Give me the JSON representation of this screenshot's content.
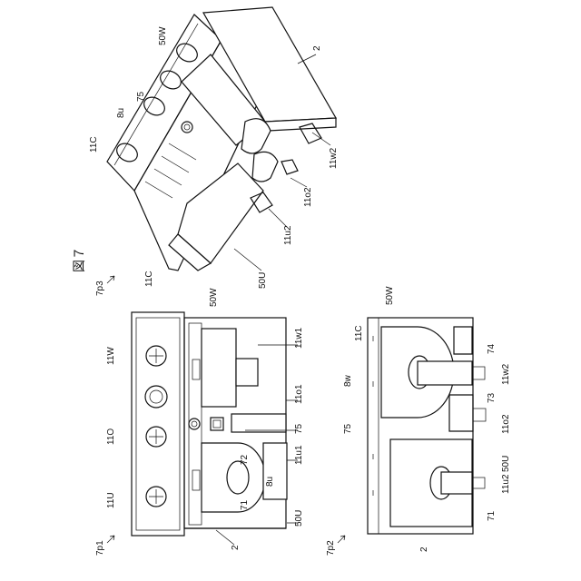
{
  "figure": {
    "number_label": "図７",
    "views": {
      "p1": "7p1",
      "p2": "7p2",
      "p3": "7p3"
    }
  },
  "labels": {
    "p1": [
      "11C",
      "11W",
      "11O",
      "11U",
      "50W",
      "11w1",
      "11o1",
      "75",
      "72",
      "11u1",
      "8u",
      "71",
      "50U",
      "2"
    ],
    "p2": [
      "11C",
      "50W",
      "8w",
      "74",
      "11w2",
      "73",
      "75",
      "11o2",
      "50U",
      "11u2",
      "71",
      "2"
    ],
    "p3": [
      "50W",
      "2",
      "75",
      "8u",
      "11C",
      "11w2",
      "11o2",
      "11u2",
      "50U"
    ]
  }
}
